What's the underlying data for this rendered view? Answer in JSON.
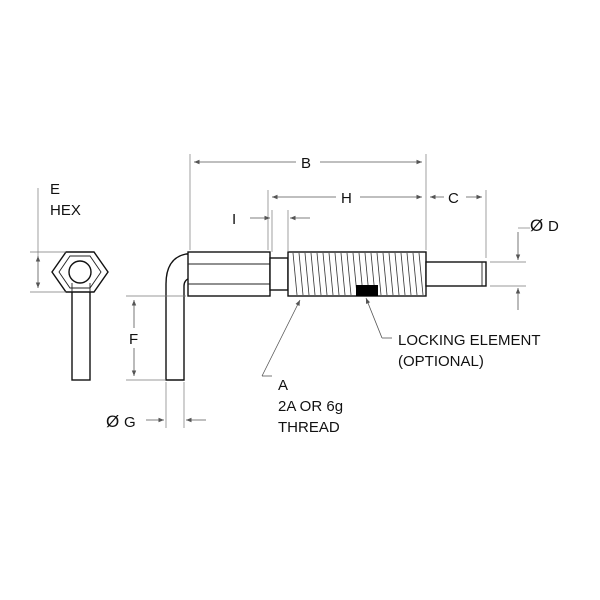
{
  "labels": {
    "b": "B",
    "h": "H",
    "c": "C",
    "i": "I",
    "d": "D",
    "d_symbol": "Ø",
    "e": "E",
    "hex": "HEX",
    "f": "F",
    "g": "G",
    "g_symbol": "Ø",
    "a": "A",
    "thread_spec": "2A OR 6g",
    "thread": "THREAD",
    "locking_element": "LOCKING ELEMENT",
    "optional": "(OPTIONAL)"
  },
  "colors": {
    "line": "#111111",
    "dimension": "#555555",
    "locking_element": "#000000"
  }
}
